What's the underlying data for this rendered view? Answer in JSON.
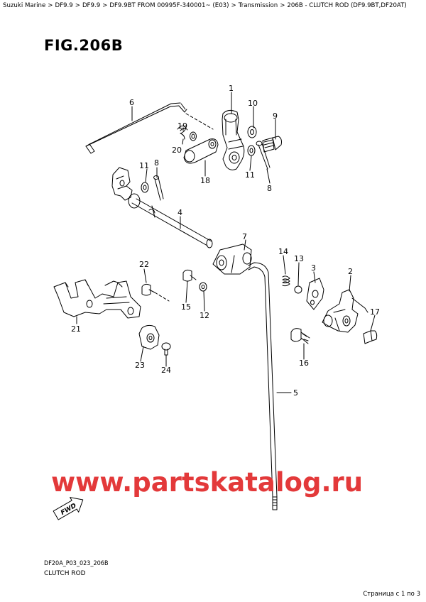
{
  "breadcrumb": [
    "Suzuki Marine",
    "DF9.9",
    "DF9.9",
    "DF9.9BT FROM 00995F-340001~ (E03)",
    "Transmission",
    "206B - CLUTCH ROD (DF9.9BT,DF20AT)"
  ],
  "breadcrumb_separator": ">",
  "figure": {
    "title": "FIG.206B"
  },
  "callouts": [
    "1",
    "10",
    "9",
    "6",
    "19",
    "20",
    "18",
    "11",
    "8",
    "11",
    "8",
    "4",
    "7",
    "14",
    "13",
    "3",
    "2",
    "22",
    "15",
    "12",
    "17",
    "21",
    "16",
    "23",
    "24",
    "5"
  ],
  "fwd_arrow_text": "FWD",
  "watermark": "www.partskatalog.ru",
  "diagram_code": "DF20A_P03_023_206B",
  "diagram_name": "CLUTCH ROD",
  "pager": "Страница с 1 по 3",
  "colors": {
    "watermark": "#e3393a",
    "line": "#000000",
    "background": "#ffffff"
  }
}
